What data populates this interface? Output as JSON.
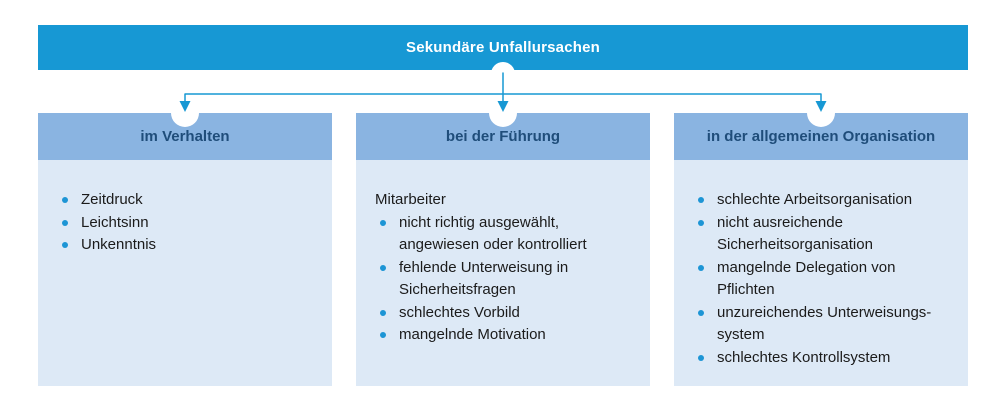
{
  "title": "Sekundäre Unfallursachen",
  "colors": {
    "title_bar_bg": "#1798d4",
    "title_text": "#ffffff",
    "column_header_bg": "#8ab4e1",
    "column_header_text": "#1f4d7a",
    "column_body_bg": "#dde9f6",
    "body_text": "#1b1b1b",
    "bullet": "#1d95d5",
    "connector": "#1798d4"
  },
  "columns": [
    {
      "header": "im Verhalten",
      "items": [
        "Zeitdruck",
        "Leichtsinn",
        "Unkenntnis"
      ]
    },
    {
      "header": "bei der Führung",
      "intro": "Mitarbeiter",
      "items": [
        "nicht richtig ausgewählt,\nangewiesen oder kontrolliert",
        "fehlende Unterweisung in\nSicherheitsfragen",
        "schlechtes Vorbild",
        "mangelnde Motivation"
      ]
    },
    {
      "header": "in der allgemeinen Organisation",
      "items": [
        "schlechte Arbeitsorganisation",
        "nicht ausreichende\nSicherheitsorganisation",
        "mangelnde Delegation von\nPflichten",
        "unzureichendes Unterweisungs-\nsystem",
        "schlechtes Kontrollsystem"
      ]
    }
  ]
}
